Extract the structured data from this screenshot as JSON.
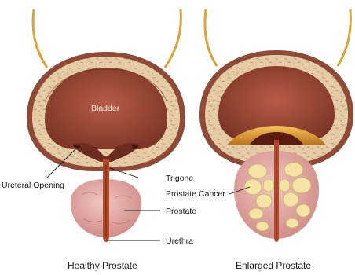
{
  "labels": {
    "bladder": "Bladder",
    "ureteral_opening": "Ureteral Opening",
    "trigone": "Trigone",
    "prostate_cancer": "Prostate Cancer",
    "prostate": "Prostate",
    "urethra": "Urethra"
  },
  "captions": {
    "healthy": "Healthy Prostate",
    "enlarged": "Enlarged Prostate"
  },
  "colors": {
    "ureter": "#d9a43a",
    "bladder_wall": "#e3c9a5",
    "bladder_outer": "#8e4a36",
    "lumen": "#a3503b",
    "prostate": "#e7b3ad",
    "tumor": "#f4e3a4",
    "urethra": "#b24a2e"
  }
}
